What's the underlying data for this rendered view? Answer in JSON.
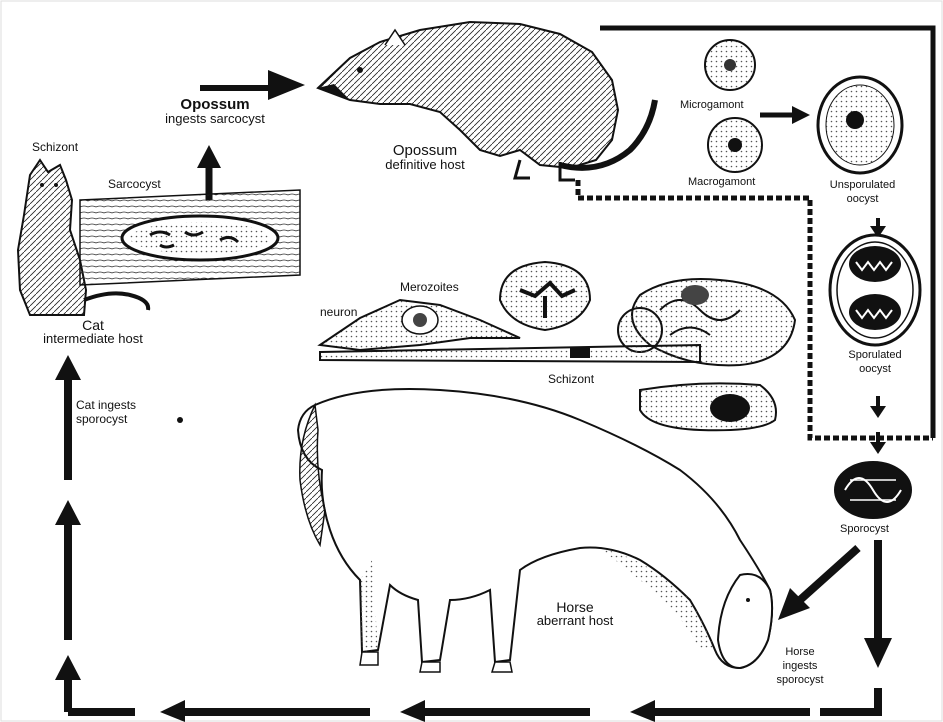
{
  "labels": {
    "opossum_ingests": {
      "title": "Opossum",
      "sub": "ingests sarcocyst"
    },
    "opossum_host": {
      "title": "Opossum",
      "sub": "definitive host"
    },
    "schizont_cat": "Schizont",
    "sarcocyst": "Sarcocyst",
    "cat_host": {
      "title": "Cat",
      "sub": "intermediate host"
    },
    "cat_ingests": {
      "line1": "Cat ingests",
      "line2": "sporocyst"
    },
    "microgamont": "Microgamont",
    "macrogamont": "Macrogamont",
    "unsporulated": {
      "line1": "Unsporulated",
      "line2": "oocyst"
    },
    "sporulated": {
      "line1": "Sporulated",
      "line2": "oocyst"
    },
    "sporocyst": "Sporocyst",
    "merozoites": "Merozoites",
    "neuron": "neuron",
    "schizont_cns": "Schizont",
    "horse_host": {
      "title": "Horse",
      "sub": "aberrant host"
    },
    "horse_ingests": {
      "line1": "Horse",
      "line2": "ingests",
      "line3": "sporocyst"
    }
  },
  "colors": {
    "ink": "#111111",
    "paper": "#ffffff",
    "stipple": "#555555"
  },
  "icons": [
    "opossum-illustration",
    "cat-illustration",
    "horse-illustration",
    "muscle-fiber",
    "oocyst-cell",
    "cns-section"
  ]
}
